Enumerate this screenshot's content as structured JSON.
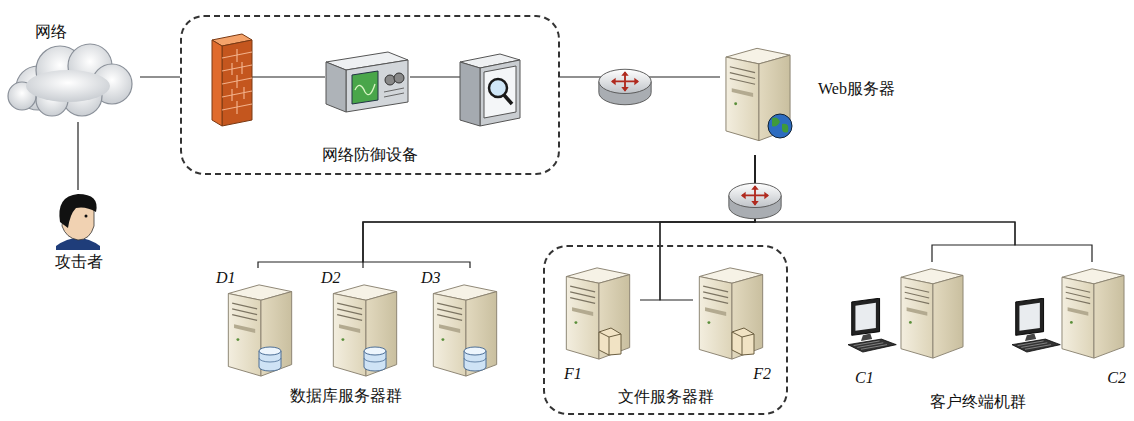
{
  "diagram": {
    "nodes": [
      {
        "text": [
          "网络"
        ]
      },
      {
        "text": [
          "攻击者"
        ]
      },
      {
        "text": [
          "网络防御设备"
        ]
      },
      {
        "text": [
          "Web服务器"
        ]
      },
      {
        "text": [
          "D1"
        ]
      },
      {
        "text": [
          "D2"
        ]
      },
      {
        "text": [
          "D3"
        ]
      },
      {
        "text": [
          "文件服务器群"
        ]
      },
      {
        "text": [
          "F1"
        ],
        "in": 7
      },
      {
        "text": [
          "F2"
        ],
        "in": 7
      },
      {
        "text": [
          "C1"
        ]
      },
      {
        "text": [
          "C2"
        ]
      }
    ],
    "edges": [
      {
        "from": 0,
        "to": 1,
        "arrow": "none"
      },
      {
        "from": 0,
        "to": 2,
        "arrow": "none"
      },
      {
        "from": 2,
        "to": 3,
        "arrow": "none"
      },
      {
        "from": 3,
        "to": 4,
        "arrow": "none"
      },
      {
        "from": 3,
        "to": 5,
        "arrow": "none"
      },
      {
        "from": 3,
        "to": 6,
        "arrow": "none"
      },
      {
        "from": 3,
        "to": 8,
        "arrow": "none"
      },
      {
        "from": 3,
        "to": 9,
        "arrow": "none"
      },
      {
        "from": 3,
        "to": 10,
        "arrow": "none"
      },
      {
        "from": 3,
        "to": 11,
        "arrow": "none"
      }
    ],
    "labels": [
      "数据库服务器群",
      "客户终端机群"
    ]
  }
}
